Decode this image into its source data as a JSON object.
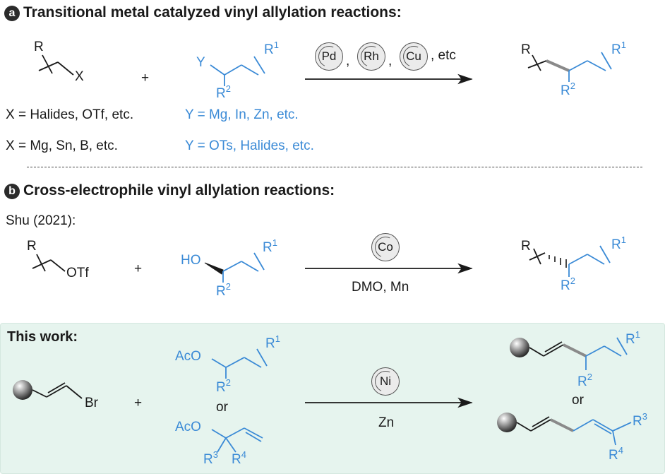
{
  "sections": {
    "a": {
      "badge": "a",
      "title": "Transitional metal catalyzed vinyl allylation reactions:"
    },
    "b": {
      "badge": "b",
      "title": "Cross-electrophile vinyl allylation reactions:"
    }
  },
  "part_a": {
    "reactant1": {
      "r": "R",
      "x": "X"
    },
    "plus": "+",
    "reactant2": {
      "y": "Y",
      "r1": "R",
      "r1_sup": "1",
      "r2": "R",
      "r2_sup": "2"
    },
    "catalysts": [
      "Pd",
      "Rh",
      "Cu"
    ],
    "comma": ",",
    "etc": ", etc",
    "product": {
      "r": "R",
      "r1": "R",
      "r1_sup": "1",
      "r2": "R",
      "r2_sup": "2"
    },
    "x_line1": "X = Halides, OTf, etc.",
    "y_line1": "Y = Mg, In, Zn, etc.",
    "x_line2": "X = Mg, Sn, B, etc.",
    "y_line2": "Y = OTs, Halides, etc."
  },
  "part_b": {
    "reference": "Shu (2021):",
    "reactant1": {
      "r": "R",
      "otf": "OTf"
    },
    "plus": "+",
    "reactant2": {
      "ho": "HO",
      "r1": "R",
      "r1_sup": "1",
      "r2": "R",
      "r2_sup": "2"
    },
    "catalyst": "Co",
    "conditions": "DMO, Mn",
    "product": {
      "r": "R",
      "r1": "R",
      "r1_sup": "1",
      "r2": "R",
      "r2_sup": "2"
    }
  },
  "this_work": {
    "label": "This work:",
    "reactant1": {
      "br": "Br"
    },
    "plus": "+",
    "reactant2a": {
      "aco": "AcO",
      "r1": "R",
      "r1_sup": "1",
      "r2": "R",
      "r2_sup": "2"
    },
    "or": "or",
    "reactant2b": {
      "aco": "AcO",
      "r3": "R",
      "r3_sup": "3",
      "r4": "R",
      "r4_sup": "4"
    },
    "catalyst": "Ni",
    "conditions": "Zn",
    "product1": {
      "r1": "R",
      "r1_sup": "1",
      "r2": "R",
      "r2_sup": "2"
    },
    "product_or": "or",
    "product2": {
      "r3": "R",
      "r3_sup": "3",
      "r4": "R",
      "r4_sup": "4"
    }
  },
  "colors": {
    "text": "#1a1a1a",
    "blue": "#3a8ad6",
    "panel": "#e6f4ee",
    "grey_bond": "#8a8a8a"
  }
}
